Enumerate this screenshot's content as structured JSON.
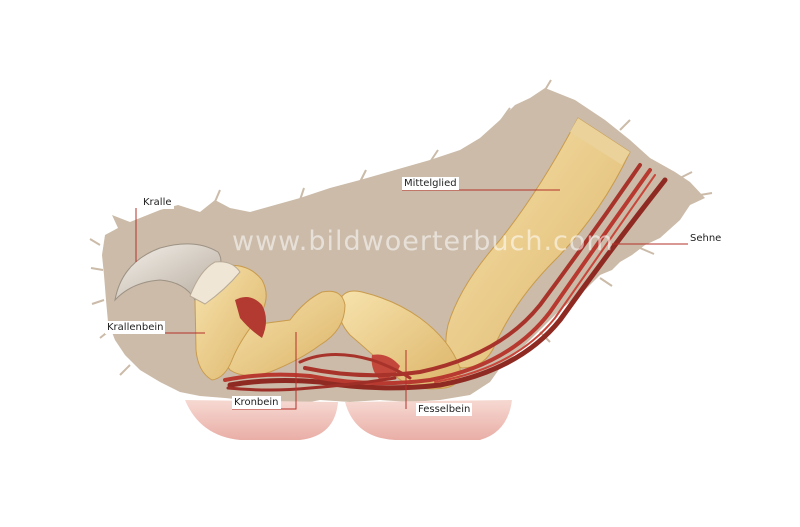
{
  "watermark": "www.bildwoerterbuch.com",
  "labels": {
    "kralle": "Kralle",
    "mittelglied": "Mittelglied",
    "sehne": "Sehne",
    "krallenbein": "Krallenbein",
    "kronbein": "Kronbein",
    "fesselbein": "Fesselbein"
  },
  "colors": {
    "fur": "#cbbba8",
    "bone": "#f0d592",
    "bone_shadow": "#d9ae5a",
    "tendon": "#a8332b",
    "pad": "#f2c7c0",
    "claw": "#e4ddd4",
    "leader": "#b5302a"
  }
}
